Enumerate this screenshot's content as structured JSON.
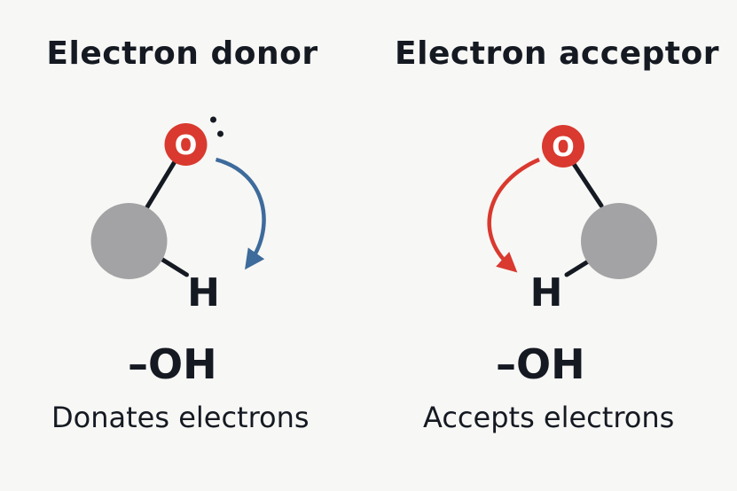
{
  "donor": {
    "title": "Electron donor",
    "oxygen_label": "O",
    "hydrogen_label": "H",
    "group_label": "–OH",
    "caption": "Donates electrons",
    "arrow_color": "#3d6b9c"
  },
  "acceptor": {
    "title": "Electron acceptor",
    "oxygen_label": "O",
    "hydrogen_label": "H",
    "group_label": "–OH",
    "caption": "Accepts electrons",
    "arrow_color": "#d9392f"
  },
  "colors": {
    "oxygen": "#d9392f",
    "atom": "#a3a3a5",
    "bond": "#151a22",
    "text": "#151a22",
    "background": "#f7f7f5"
  }
}
